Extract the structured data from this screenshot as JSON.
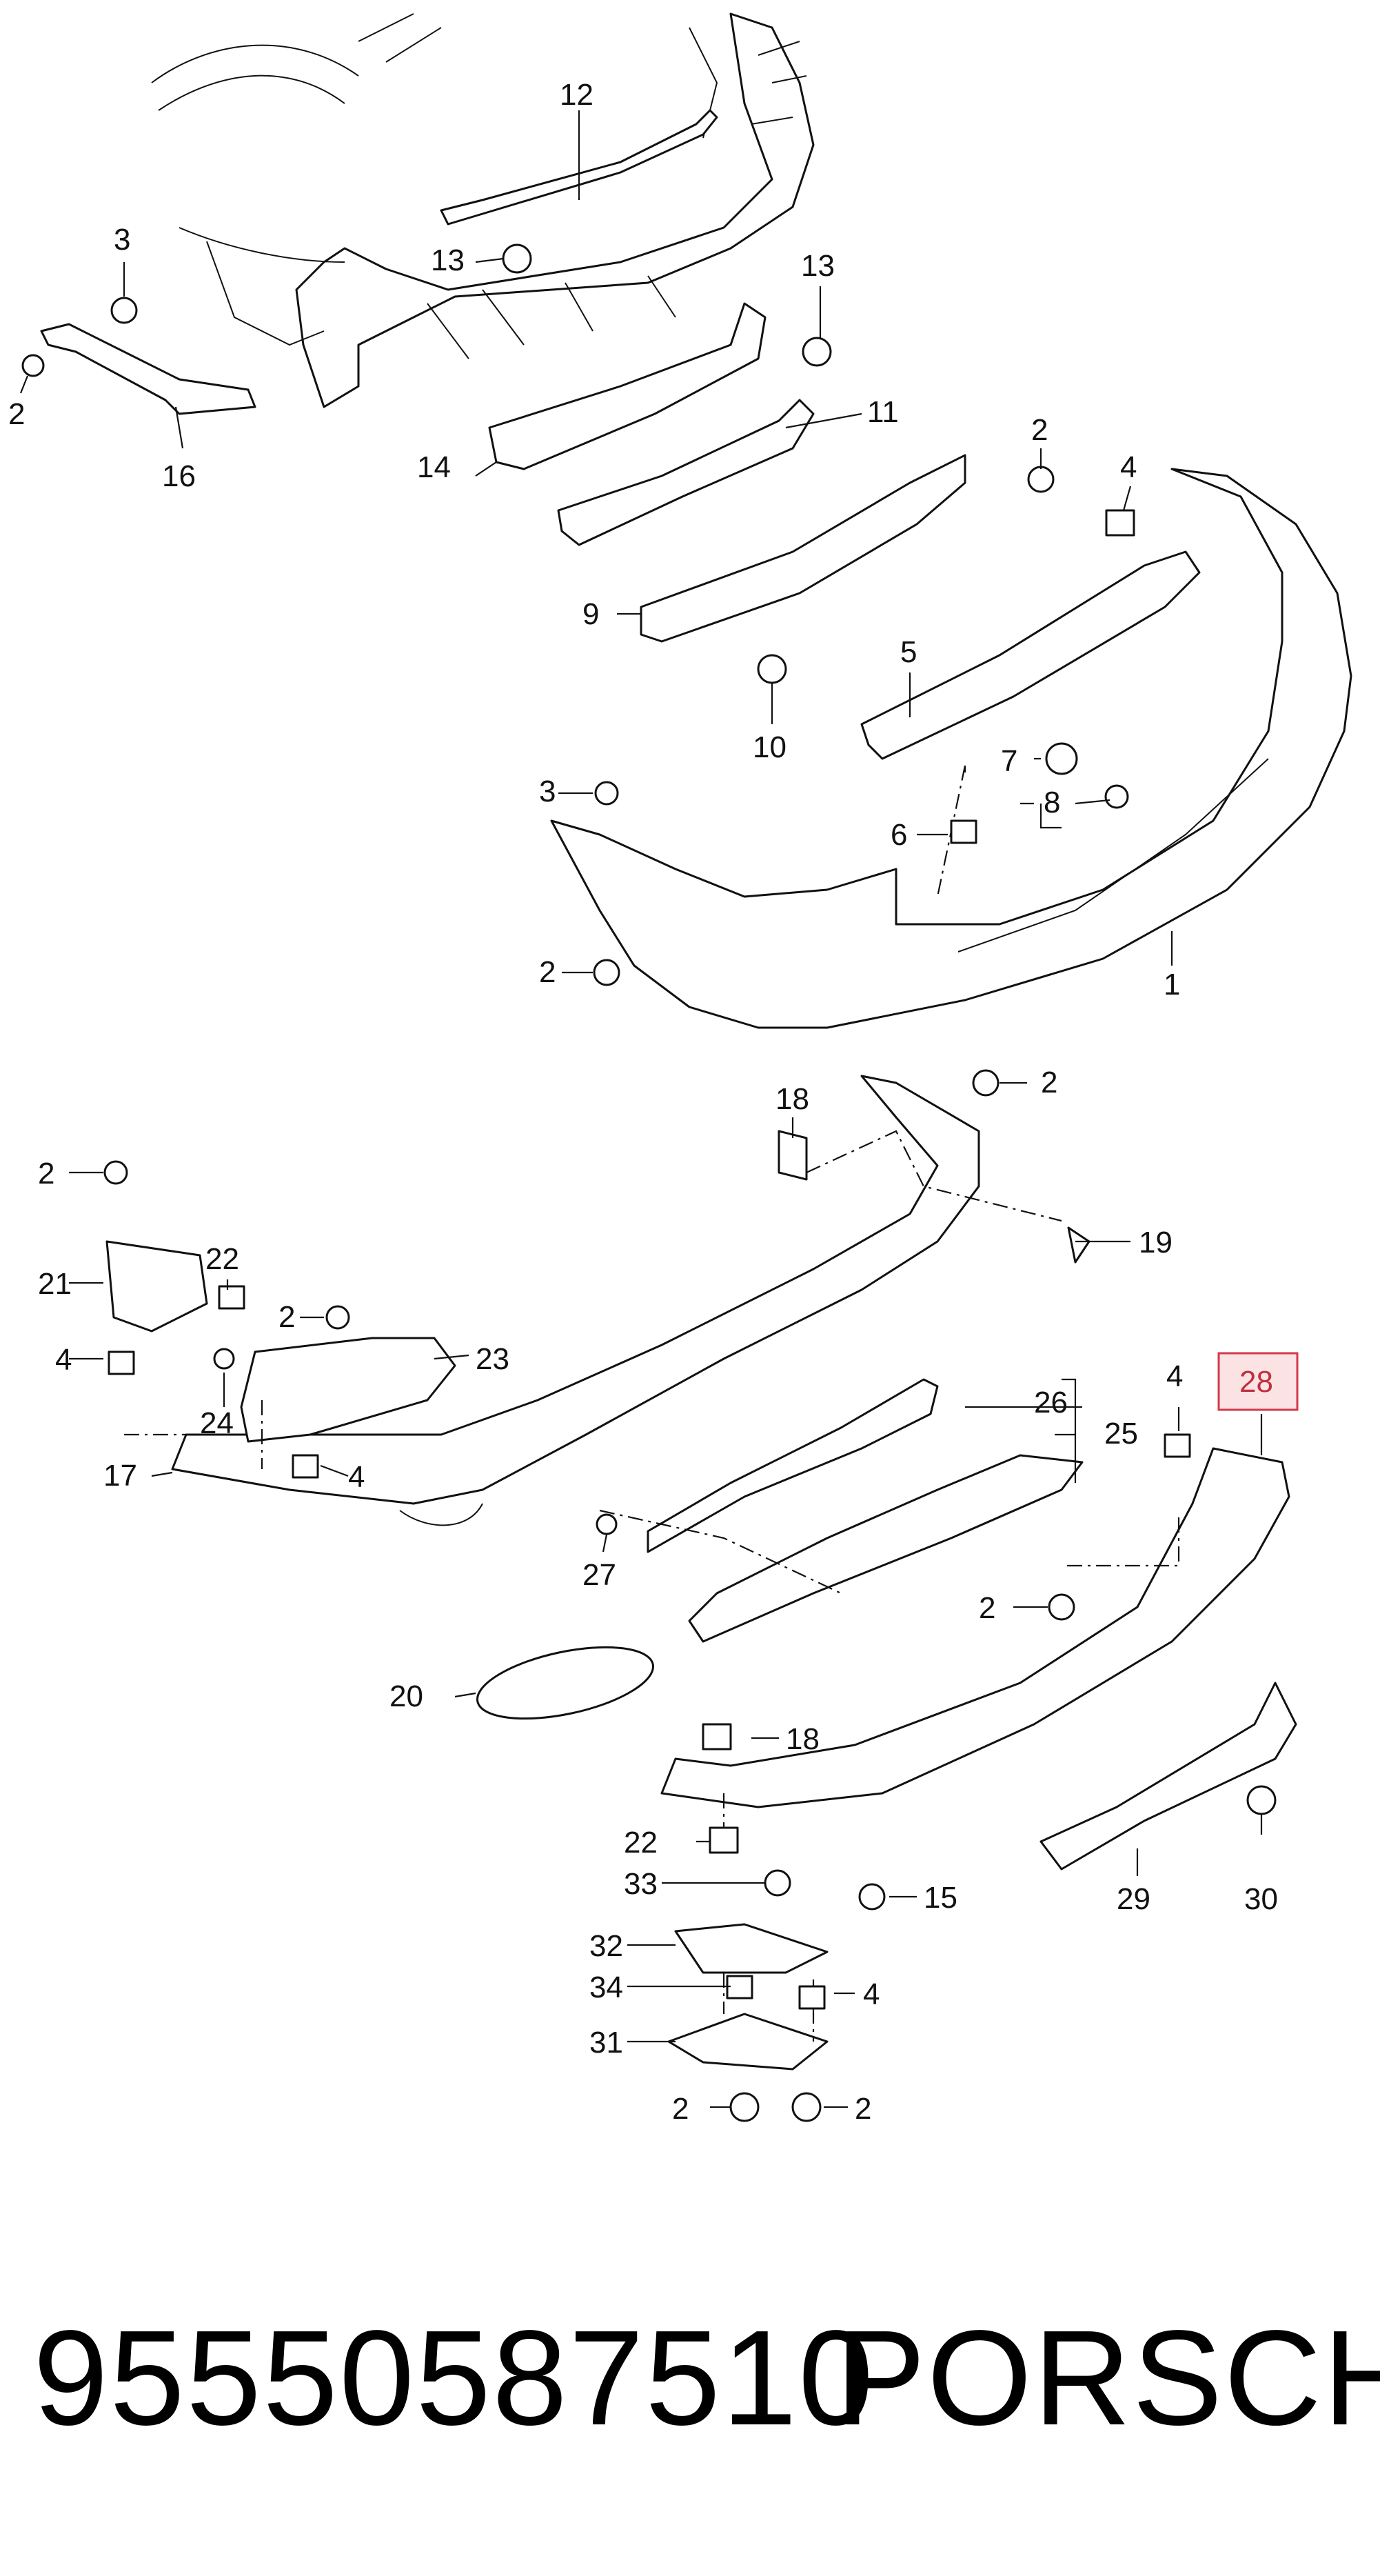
{
  "diagram": {
    "callouts": [
      {
        "id": "c12",
        "text": "12"
      },
      {
        "id": "c3a",
        "text": "3"
      },
      {
        "id": "c13a",
        "text": "13"
      },
      {
        "id": "c13b",
        "text": "13"
      },
      {
        "id": "c2a",
        "text": "2"
      },
      {
        "id": "c16",
        "text": "16"
      },
      {
        "id": "c11",
        "text": "11"
      },
      {
        "id": "c14",
        "text": "14"
      },
      {
        "id": "c2b",
        "text": "2"
      },
      {
        "id": "c4a",
        "text": "4"
      },
      {
        "id": "c9",
        "text": "9"
      },
      {
        "id": "c10",
        "text": "10"
      },
      {
        "id": "c5",
        "text": "5"
      },
      {
        "id": "c7",
        "text": "7"
      },
      {
        "id": "c8",
        "text": "8"
      },
      {
        "id": "c3b",
        "text": "3"
      },
      {
        "id": "c6",
        "text": "6"
      },
      {
        "id": "c2c",
        "text": "2"
      },
      {
        "id": "c1",
        "text": "1"
      },
      {
        "id": "c18a",
        "text": "18"
      },
      {
        "id": "c2d",
        "text": "2"
      },
      {
        "id": "c2e",
        "text": "2"
      },
      {
        "id": "c19",
        "text": "19"
      },
      {
        "id": "c22a",
        "text": "22"
      },
      {
        "id": "c21",
        "text": "21"
      },
      {
        "id": "c2f",
        "text": "2"
      },
      {
        "id": "c23",
        "text": "23"
      },
      {
        "id": "c4b",
        "text": "4"
      },
      {
        "id": "c24",
        "text": "24"
      },
      {
        "id": "c26",
        "text": "26"
      },
      {
        "id": "c25",
        "text": "25"
      },
      {
        "id": "c4c",
        "text": "4"
      },
      {
        "id": "c28",
        "text": "28"
      },
      {
        "id": "c17",
        "text": "17"
      },
      {
        "id": "c4d",
        "text": "4"
      },
      {
        "id": "c27",
        "text": "27"
      },
      {
        "id": "c2g",
        "text": "2"
      },
      {
        "id": "c20",
        "text": "20"
      },
      {
        "id": "c18b",
        "text": "18"
      },
      {
        "id": "c22b",
        "text": "22"
      },
      {
        "id": "c33",
        "text": "33"
      },
      {
        "id": "c15",
        "text": "15"
      },
      {
        "id": "c29",
        "text": "29"
      },
      {
        "id": "c30",
        "text": "30"
      },
      {
        "id": "c32",
        "text": "32"
      },
      {
        "id": "c34",
        "text": "34"
      },
      {
        "id": "c4e",
        "text": "4"
      },
      {
        "id": "c31",
        "text": "31"
      },
      {
        "id": "c2h",
        "text": "2"
      },
      {
        "id": "c2i",
        "text": "2"
      }
    ],
    "highlight_color": "#d33a4a"
  },
  "footer": {
    "part_number": "95550587510",
    "brand": "PORSCHE"
  }
}
